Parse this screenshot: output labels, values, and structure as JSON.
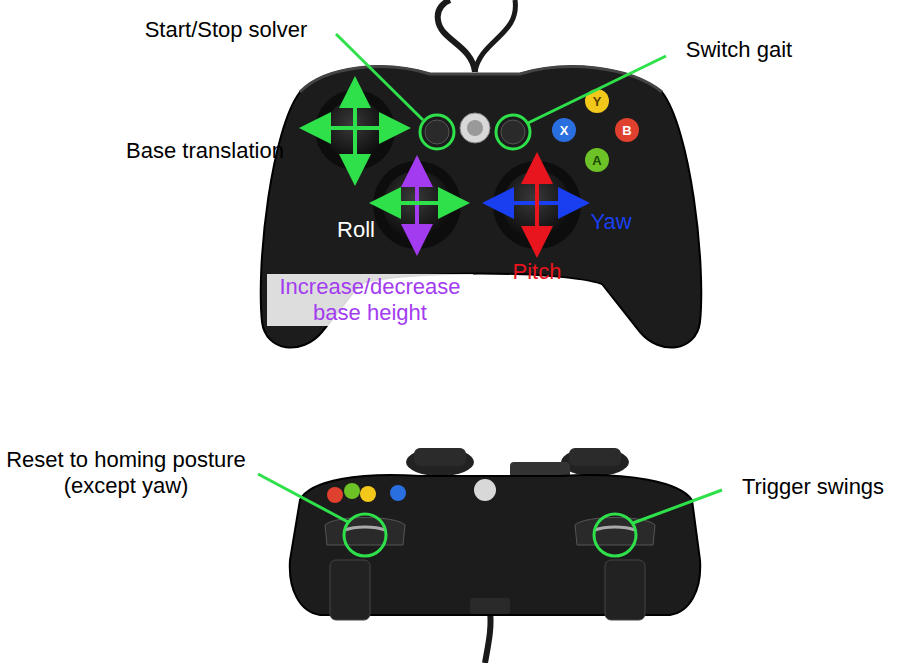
{
  "diagram": {
    "labels": [
      "Start/Stop solver",
      "Switch gait",
      "Base translation",
      "Roll",
      "Yaw",
      "Pitch",
      "Increase/decrease base height",
      "Reset to homing posture (except yaw)",
      "Trigger swings",
      "Y",
      "X",
      "B",
      "A"
    ]
  }
}
